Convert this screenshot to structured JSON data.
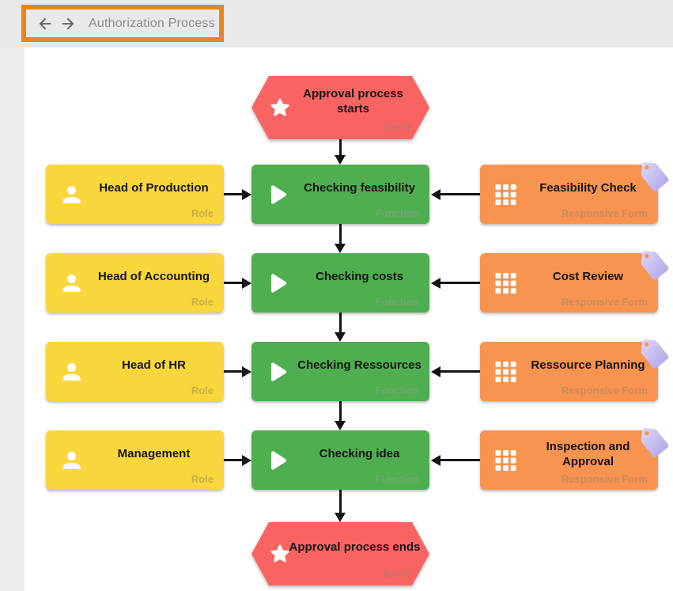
{
  "header": {
    "title": "Authorization Process"
  },
  "colors": {
    "annotation_orange": "#e8851a",
    "event_red": "#f96462",
    "function_green": "#4fae4f",
    "role_yellow": "#f9d63c",
    "form_orange": "#f99350",
    "tag_lavender": "#c9c3f1",
    "topbar_gray": "#e9e9e9",
    "leftbar_gray": "#ebebeb",
    "connector_black": "#141414"
  },
  "diagram": {
    "start_event": {
      "label": "Approval process starts",
      "type": "Event"
    },
    "end_event": {
      "label": "Approval process ends",
      "type": "Event"
    },
    "rows": [
      {
        "role": {
          "label": "Head of Production",
          "type": "Role"
        },
        "function": {
          "label": "Checking feasibility",
          "type": "Function"
        },
        "form": {
          "label": "Feasibility Check",
          "type": "Responsive Form"
        }
      },
      {
        "role": {
          "label": "Head of Accounting",
          "type": "Role"
        },
        "function": {
          "label": "Checking costs",
          "type": "Function"
        },
        "form": {
          "label": "Cost Review",
          "type": "Responsive Form"
        }
      },
      {
        "role": {
          "label": "Head of HR",
          "type": "Role"
        },
        "function": {
          "label": "Checking Ressources",
          "type": "Function"
        },
        "form": {
          "label": "Ressource Planning",
          "type": "Responsive Form"
        }
      },
      {
        "role": {
          "label": "Management",
          "type": "Role"
        },
        "function": {
          "label": "Checking idea",
          "type": "Function"
        },
        "form": {
          "label": "Inspection and Approval",
          "type": "Responsive Form"
        }
      }
    ]
  }
}
